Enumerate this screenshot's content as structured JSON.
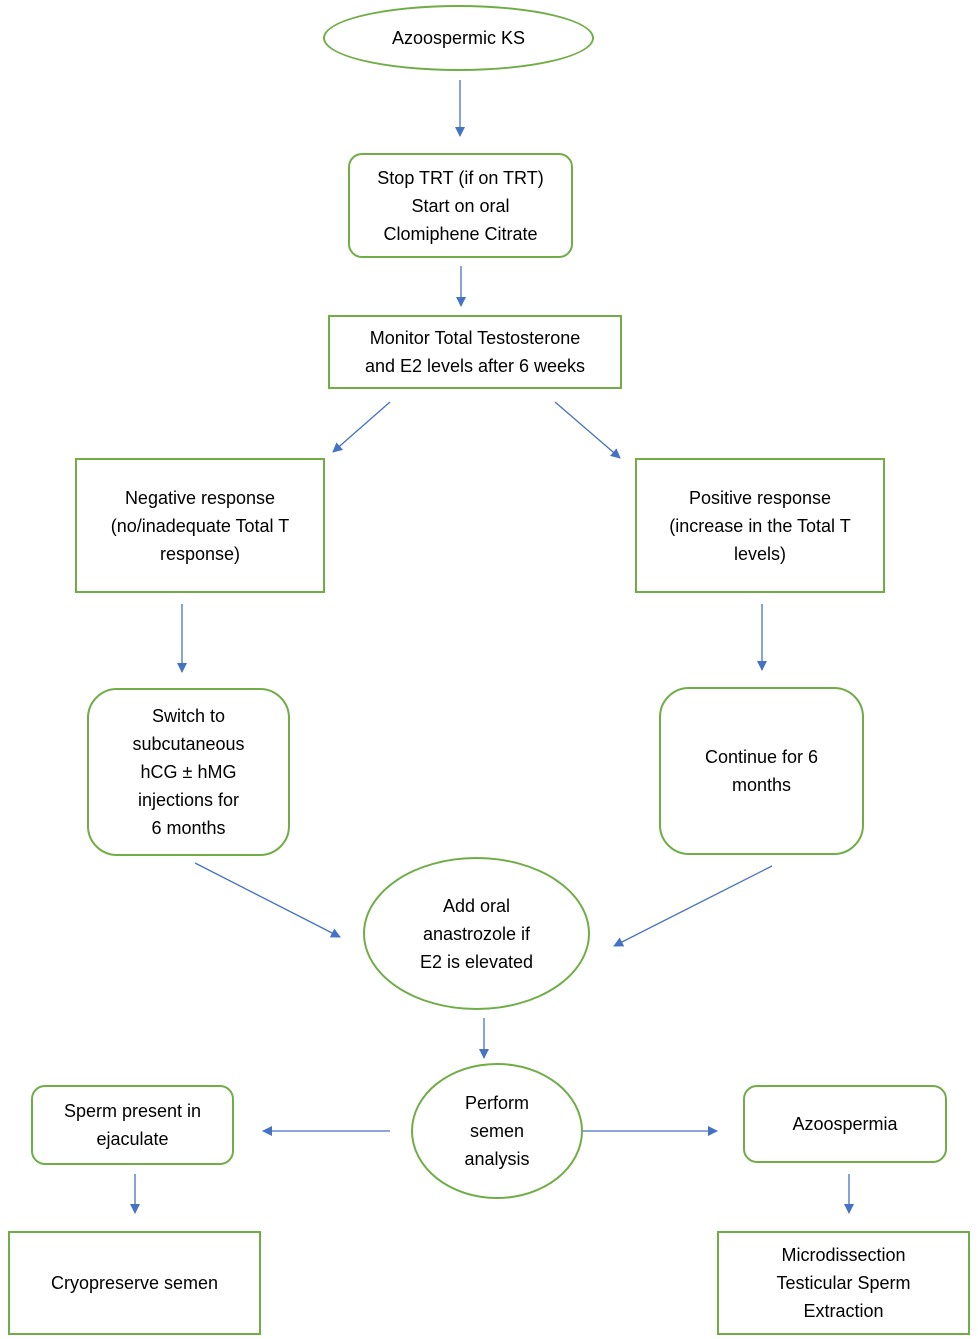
{
  "nodes": {
    "start": "Azoospermic KS",
    "clomiphene": "Stop TRT (if on TRT)\nStart on oral\nClomiphene Citrate",
    "monitor": "Monitor Total Testosterone\nand E2 levels after 6 weeks",
    "negative": "Negative response\n(no/inadequate Total T\nresponse)",
    "positive": "Positive response\n(increase in the Total T\nlevels)",
    "hcg": "Switch to\nsubcutaneous\nhCG ± hMG\ninjections for\n6 months",
    "continue": "Continue for 6\nmonths",
    "anastrozole": "Add oral\nanastrozole if\nE2 is elevated",
    "semen": "Perform\nsemen\nanalysis",
    "sperm_present": "Sperm present in\nejaculate",
    "azoospermia": "Azoospermia",
    "cryopreserve": "Cryopreserve semen",
    "microtese": "Microdissection\nTesticular Sperm\nExtraction"
  },
  "colors": {
    "node_border": "#70ad47",
    "arrow": "#4472c4"
  }
}
